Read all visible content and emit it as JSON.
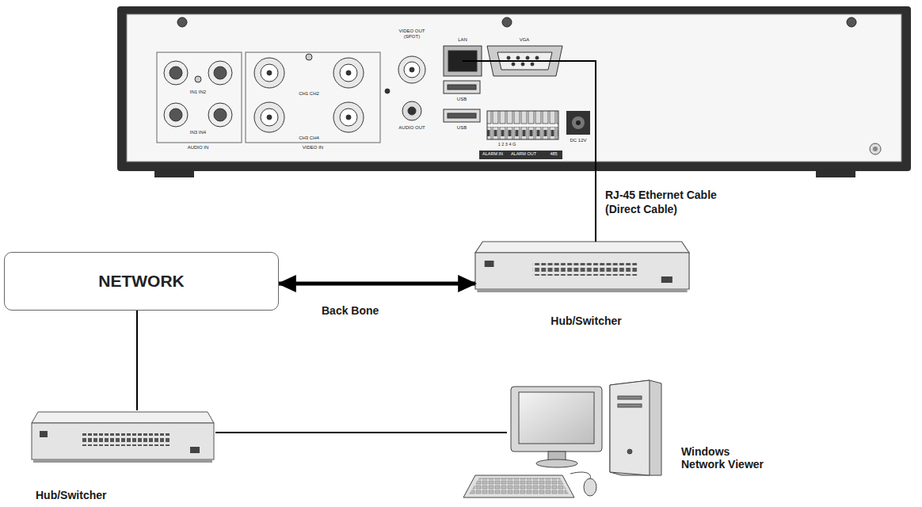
{
  "diagram": {
    "nodes": [
      {
        "text": [
          "IN1 IN2",
          "IN3 IN4",
          "AUDIO IN",
          "CH1 CH2",
          "CH3 CH4",
          "VIDEO IN",
          "VIDEO OUT (SPOT)",
          "AUDIO OUT",
          "LAN",
          "USB",
          "USB",
          "VGA",
          "1 2 3 4 G",
          "ALARM IN",
          "ALARM OUT",
          "485",
          "DC 12V"
        ]
      },
      {
        "text": [
          "NETWORK"
        ]
      },
      {
        "text": [
          "Hub/Switcher"
        ]
      },
      {
        "text": [
          "Hub/Switcher"
        ]
      },
      {
        "text": [
          "Windows Network Viewer"
        ]
      }
    ],
    "edges": [
      {
        "from": 0,
        "to": 2,
        "arrow": "none",
        "label": "RJ-45 Ethernet Cable (Direct Cable)"
      },
      {
        "from": 1,
        "to": 2,
        "arrow": "both",
        "label": "Back Bone"
      },
      {
        "from": 1,
        "to": 3,
        "arrow": "none"
      },
      {
        "from": 3,
        "to": 4,
        "arrow": "none"
      }
    ]
  }
}
